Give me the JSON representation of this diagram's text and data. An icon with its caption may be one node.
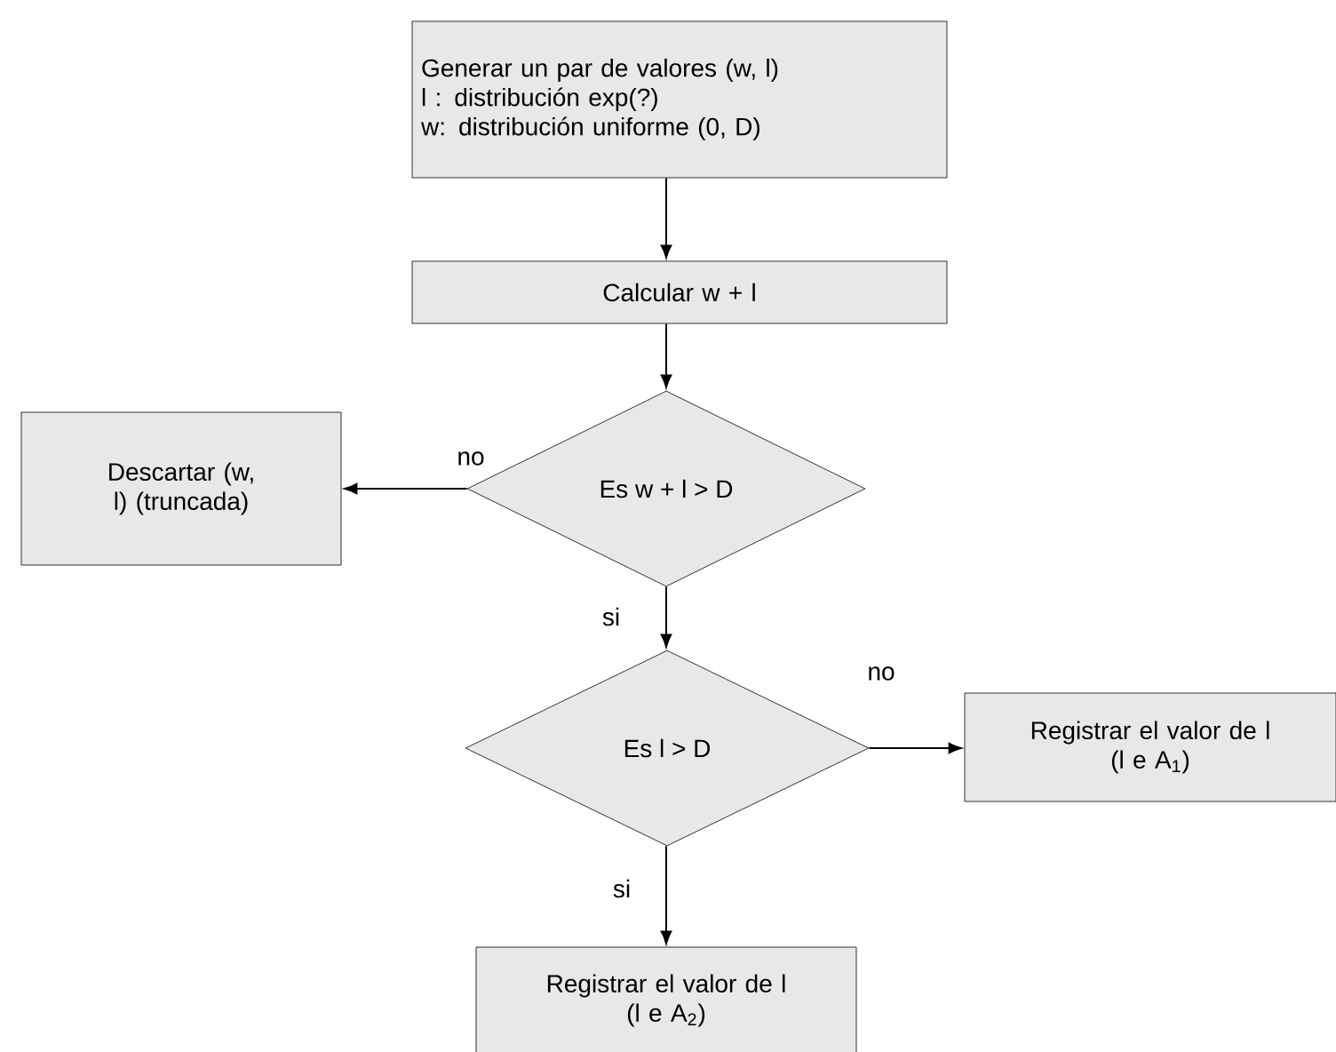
{
  "diagram": {
    "nodes": [
      {
        "text": [
          "Generar un par de valores (w, l)",
          "l : distribución exp(?)",
          "w: distribución uniforme (0, D)"
        ]
      },
      {
        "text": [
          "Calcular w + l"
        ]
      },
      {
        "text": [
          "Es w + l > D"
        ]
      },
      {
        "text": [
          "Descartar (w, l) (truncada)"
        ]
      },
      {
        "text": [
          "Es l > D"
        ]
      },
      {
        "text": [
          "Registrar el valor de l",
          "(l e A$_{1}$)"
        ]
      },
      {
        "text": [
          "Registrar el valor de l",
          "(l e A$_{2}$)"
        ]
      }
    ],
    "edges": [
      {
        "from": 0,
        "to": 1,
        "arrow": "to"
      },
      {
        "from": 1,
        "to": 2,
        "arrow": "to"
      },
      {
        "from": 2,
        "to": 3,
        "arrow": "to",
        "label": "no"
      },
      {
        "from": 2,
        "to": 4,
        "arrow": "to",
        "label": "si"
      },
      {
        "from": 4,
        "to": 5,
        "arrow": "to",
        "label": "no"
      },
      {
        "from": 4,
        "to": 6,
        "arrow": "to",
        "label": "si"
      }
    ]
  }
}
